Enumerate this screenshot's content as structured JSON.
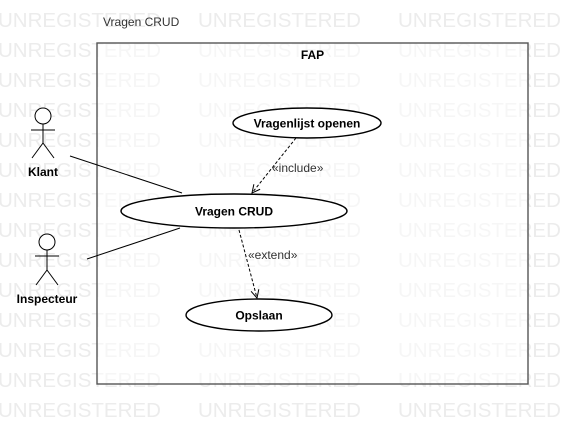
{
  "watermark": "UNREGISTERED",
  "diagram": {
    "title": "Vragen CRUD",
    "system": {
      "name": "FAP"
    },
    "actors": [
      {
        "id": "klant",
        "name": "Klant"
      },
      {
        "id": "inspecteur",
        "name": "Inspecteur"
      }
    ],
    "use_cases": [
      {
        "id": "vragenlijst",
        "name": "Vragenlijst openen"
      },
      {
        "id": "crud",
        "name": "Vragen CRUD"
      },
      {
        "id": "opslaan",
        "name": "Opslaan"
      }
    ],
    "relations": [
      {
        "id": "include",
        "label": "«include»"
      },
      {
        "id": "extend",
        "label": "«extend»"
      }
    ]
  }
}
